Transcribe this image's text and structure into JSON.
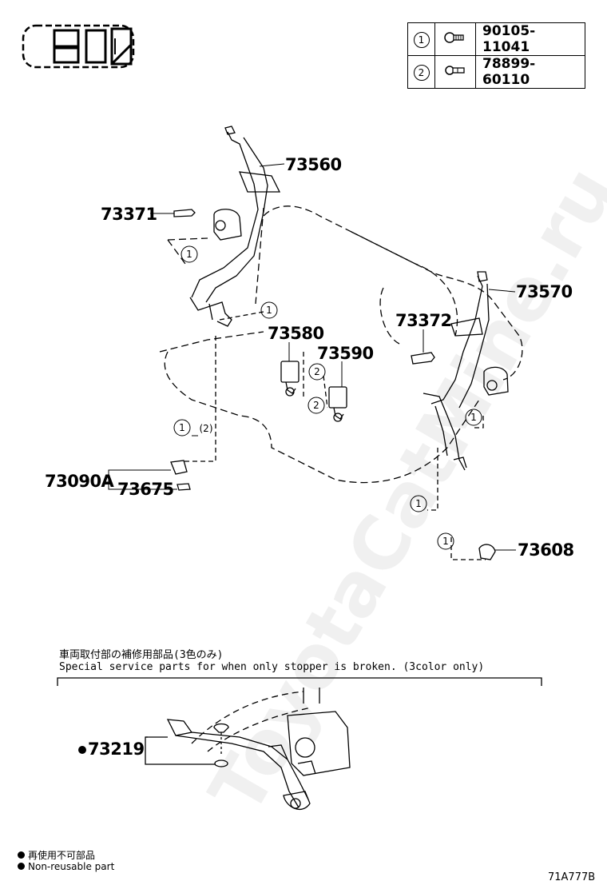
{
  "bolts": [
    {
      "ref": "1",
      "part_number": "90105-11041",
      "icon": "bolt-icon"
    },
    {
      "ref": "2",
      "part_number": "78899-60110",
      "icon": "bolt-icon"
    }
  ],
  "parts": {
    "p73560": "73560",
    "p73371": "73371",
    "p73570": "73570",
    "p73580": "73580",
    "p73372": "73372",
    "p73590": "73590",
    "p73090A": "73090A",
    "p73675": "73675",
    "p73608": "73608",
    "p73219": "73219"
  },
  "callouts": {
    "one": "1",
    "two": "2",
    "one_two_suffix": "(2)"
  },
  "special_note": {
    "jp": "車両取付部の補修用部品(3色のみ)",
    "en": "Special service parts for when only stopper is broken. (3color only)"
  },
  "legend": {
    "jp": "再使用不可部品",
    "en": "Non-reusable part"
  },
  "figure_code": "71A777B",
  "watermark": "ToyotaCatMine.ru"
}
